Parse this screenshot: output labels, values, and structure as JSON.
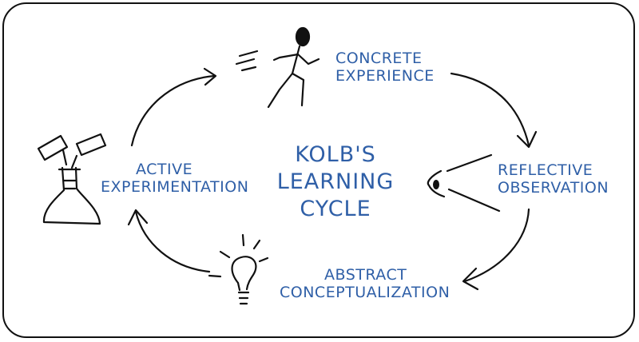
{
  "colors": {
    "text": "#2f5fa7",
    "ink": "#111111",
    "background": "#ffffff"
  },
  "title": {
    "line1": "KOLB'S",
    "line2": "LEARNING",
    "line3": "CYCLE"
  },
  "stages": {
    "concrete": {
      "line1": "CONCRETE",
      "line2": "EXPERIENCE"
    },
    "reflective": {
      "line1": "REFLECTIVE",
      "line2": "OBSERVATION"
    },
    "abstract": {
      "line1": "ABSTRACT",
      "line2": "CONCEPTUALIZATION"
    },
    "active": {
      "line1": "ACTIVE",
      "line2": "EXPERIMENTATION"
    }
  },
  "icons": {
    "concrete": "running-person-icon",
    "reflective": "eye-icon",
    "abstract": "lightbulb-icon",
    "active": "test-tubes-flask-icon"
  }
}
